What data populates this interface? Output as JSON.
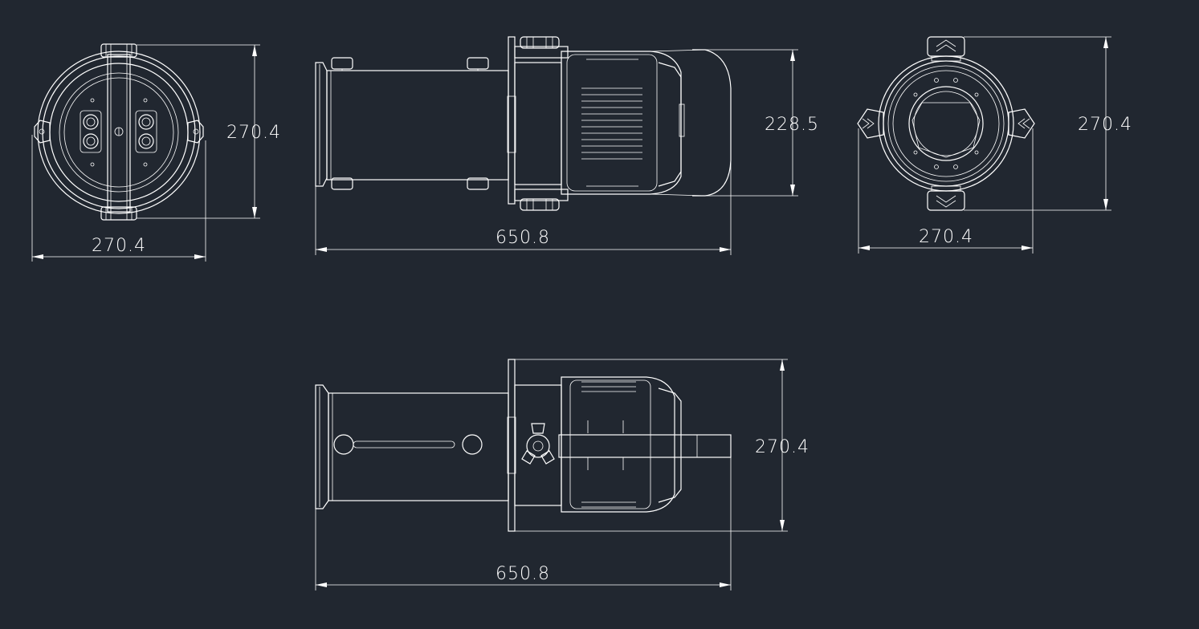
{
  "drawing": {
    "background": "#212730",
    "line_color": "#ffffff",
    "dimensions": {
      "front_width": "270.4",
      "front_height": "270.4",
      "side_length": "650.8",
      "side_height": "228.5",
      "rear_width": "270.4",
      "rear_height": "270.4",
      "top_length": "650.8",
      "top_height": "270.4"
    }
  }
}
